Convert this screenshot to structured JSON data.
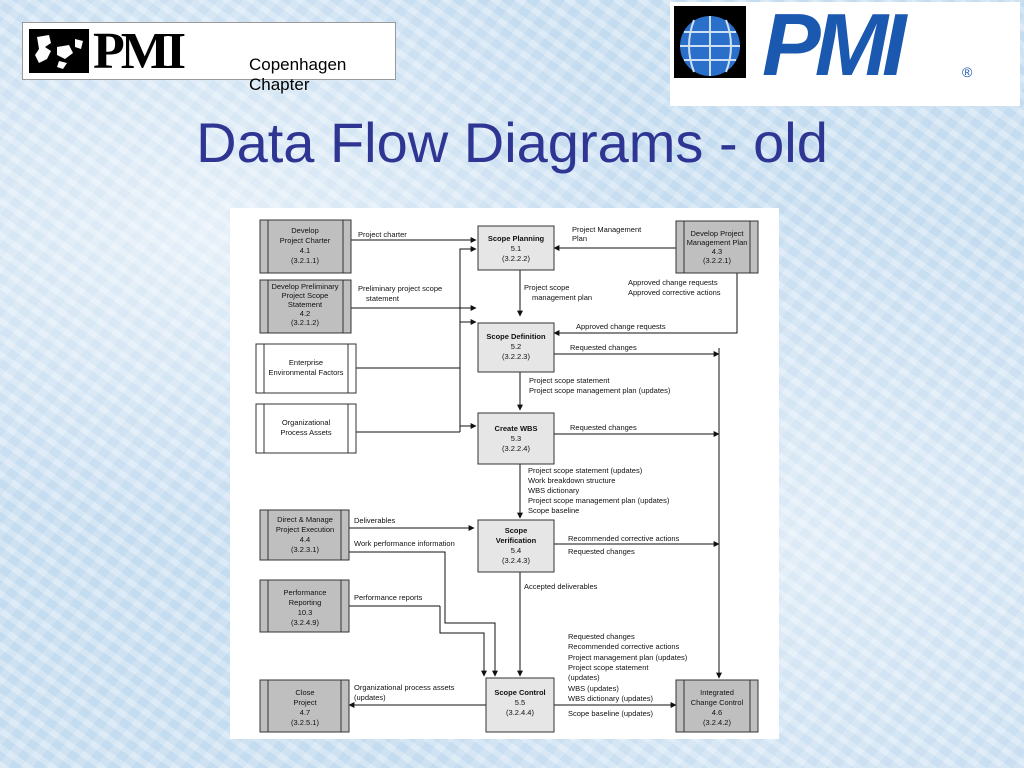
{
  "left_logo": {
    "brand": "PMI",
    "chapter": "Copenhagen Chapter",
    "icon": "denmark-map-icon"
  },
  "right_logo": {
    "brand": "PMI",
    "registered": "®",
    "icon": "globe-icon"
  },
  "title": "Data Flow Diagrams - old",
  "diagram": {
    "external": {
      "develop_charter": [
        "Develop",
        "Project Charter",
        "4.1",
        "(3.2.1.1)"
      ],
      "develop_prelim": [
        "Develop Preliminary",
        "Project Scope",
        "Statement",
        "4.2",
        "(3.2.1.2)"
      ],
      "enterprise": [
        "Enterprise",
        "Environmental Factors"
      ],
      "org_assets": [
        "Organizational",
        "Process Assets"
      ],
      "develop_pmp": [
        "Develop Project",
        "Management Plan",
        "4.3",
        "(3.2.2.1)"
      ],
      "direct_manage": [
        "Direct & Manage",
        "Project Execution",
        "4.4",
        "(3.2.3.1)"
      ],
      "perf_reporting": [
        "Performance",
        "Reporting",
        "10.3",
        "(3.2.4.9)"
      ],
      "close_project": [
        "Close",
        "Project",
        "4.7",
        "(3.2.5.1)"
      ],
      "integrated_cc": [
        "Integrated",
        "Change Control",
        "4.6",
        "(3.2.4.2)"
      ]
    },
    "processes": {
      "scope_planning": [
        "Scope Planning",
        "5.1",
        "(3.2.2.2)"
      ],
      "scope_definition": [
        "Scope Definition",
        "5.2",
        "(3.2.2.3)"
      ],
      "create_wbs": [
        "Create WBS",
        "5.3",
        "(3.2.2.4)"
      ],
      "scope_verification": [
        "Scope",
        "Verification",
        "5.4",
        "(3.2.4.3)"
      ],
      "scope_control": [
        "Scope Control",
        "5.5",
        "(3.2.4.4)"
      ]
    },
    "flows": {
      "project_charter": [
        "Project charter"
      ],
      "prelim_statement": [
        "Preliminary project scope",
        "statement"
      ],
      "pm_plan": [
        "Project Management",
        "Plan"
      ],
      "approved_changes_actions": [
        "Approved change requests",
        "Approved corrective actions"
      ],
      "scope_mgmt_plan": [
        "Project scope",
        "management plan"
      ],
      "approved_change_requests": [
        "Approved change requests"
      ],
      "requested_changes_def": [
        "Requested changes"
      ],
      "def_outputs": [
        "Project scope statement",
        "Project scope management plan (updates)"
      ],
      "requested_changes_wbs": [
        "Requested changes"
      ],
      "wbs_outputs": [
        "Project scope statement (updates)",
        "Work breakdown structure",
        "WBS dictionary",
        "Project scope management plan (updates)",
        "Scope baseline"
      ],
      "deliverables": [
        "Deliverables"
      ],
      "work_perf_info": [
        "Work performance information"
      ],
      "verification_outputs": [
        "Recommended corrective actions",
        "Requested changes"
      ],
      "accepted_deliverables": [
        "Accepted deliverables"
      ],
      "performance_reports": [
        "Performance reports"
      ],
      "control_outputs": [
        "Requested changes",
        "Recommended corrective actions",
        "Project management plan (updates)",
        "Project scope statement",
        "   (updates)",
        "WBS (updates)",
        "WBS dictionary (updates)",
        "Scope baseline (updates)"
      ],
      "org_assets_updates": [
        "Organizational process assets",
        "   (updates)"
      ]
    }
  }
}
